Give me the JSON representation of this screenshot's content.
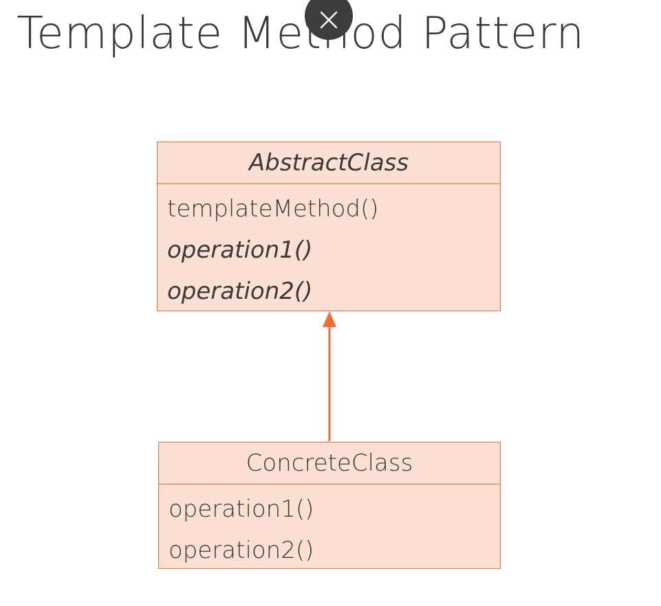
{
  "title": "Template Method Pattern",
  "close_icon": "close-icon",
  "colors": {
    "class_fill": "#fde0d4",
    "class_border": "#f26a35",
    "arrow": "#f26a35",
    "close_button_bg": "#3d3d3d"
  },
  "abstract_class": {
    "name": "AbstractClass",
    "methods": [
      {
        "label": "templateMethod()",
        "abstract": false
      },
      {
        "label": "operation1()",
        "abstract": true
      },
      {
        "label": "operation2()",
        "abstract": true
      }
    ]
  },
  "concrete_class": {
    "name": "ConcreteClass",
    "methods": [
      {
        "label": "operation1()",
        "abstract": false
      },
      {
        "label": "operation2()",
        "abstract": false
      }
    ]
  }
}
